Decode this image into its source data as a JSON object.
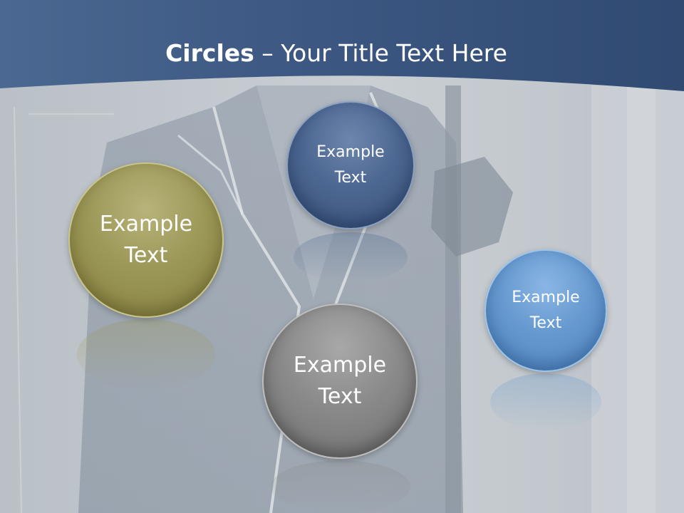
{
  "slide": {
    "title_bold": "Circles",
    "title_rest": " – Your Title Text Here"
  },
  "circles": [
    {
      "id": "olive",
      "text_line1": "Example",
      "text_line2": "Text",
      "color": "#9c9858"
    },
    {
      "id": "navy",
      "text_line1": "Example",
      "text_line2": "Text",
      "color": "#4c6791"
    },
    {
      "id": "gray",
      "text_line1": "Example",
      "text_line2": "Text",
      "color": "#8a8a8a"
    },
    {
      "id": "blue",
      "text_line1": "Example",
      "text_line2": "Text",
      "color": "#6699cf"
    }
  ],
  "colors": {
    "header": "#3f5a82",
    "background": "#c4cacf"
  }
}
